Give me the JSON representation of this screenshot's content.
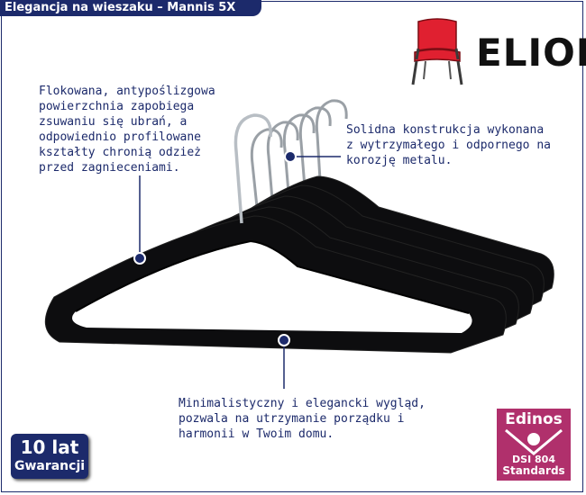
{
  "header": {
    "title": "Elegancja na wieszaku – Mannis 5X"
  },
  "brand": {
    "name": "ELIOR",
    "logo_icon": "chair-icon",
    "accent_color": "#e02030"
  },
  "callouts": {
    "flocked": [
      "Flokowana, antypoślizgowa",
      "powierzchnia zapobiega",
      "zsuwaniu się ubrań, a",
      "odpowiednio profilowane",
      "kształty chronią odzież",
      "przed zagnieceniami."
    ],
    "metal": [
      "Solidna konstrukcja wykonana",
      "z wytrzymałego i odpornego na",
      "korozję metalu."
    ],
    "design": [
      "Minimalistyczny i elegancki wygląd,",
      "pozwala na utrzymanie porządku i",
      "harmonii w Twoim domu."
    ]
  },
  "warranty": {
    "years": "10 lat",
    "label": "Gwarancji"
  },
  "certification": {
    "name": "Edinos",
    "code": "DSI 804",
    "label": "Standards"
  },
  "colors": {
    "navy": "#1c2a6b",
    "magenta": "#b0306c",
    "hanger": "#0d0d0f"
  }
}
